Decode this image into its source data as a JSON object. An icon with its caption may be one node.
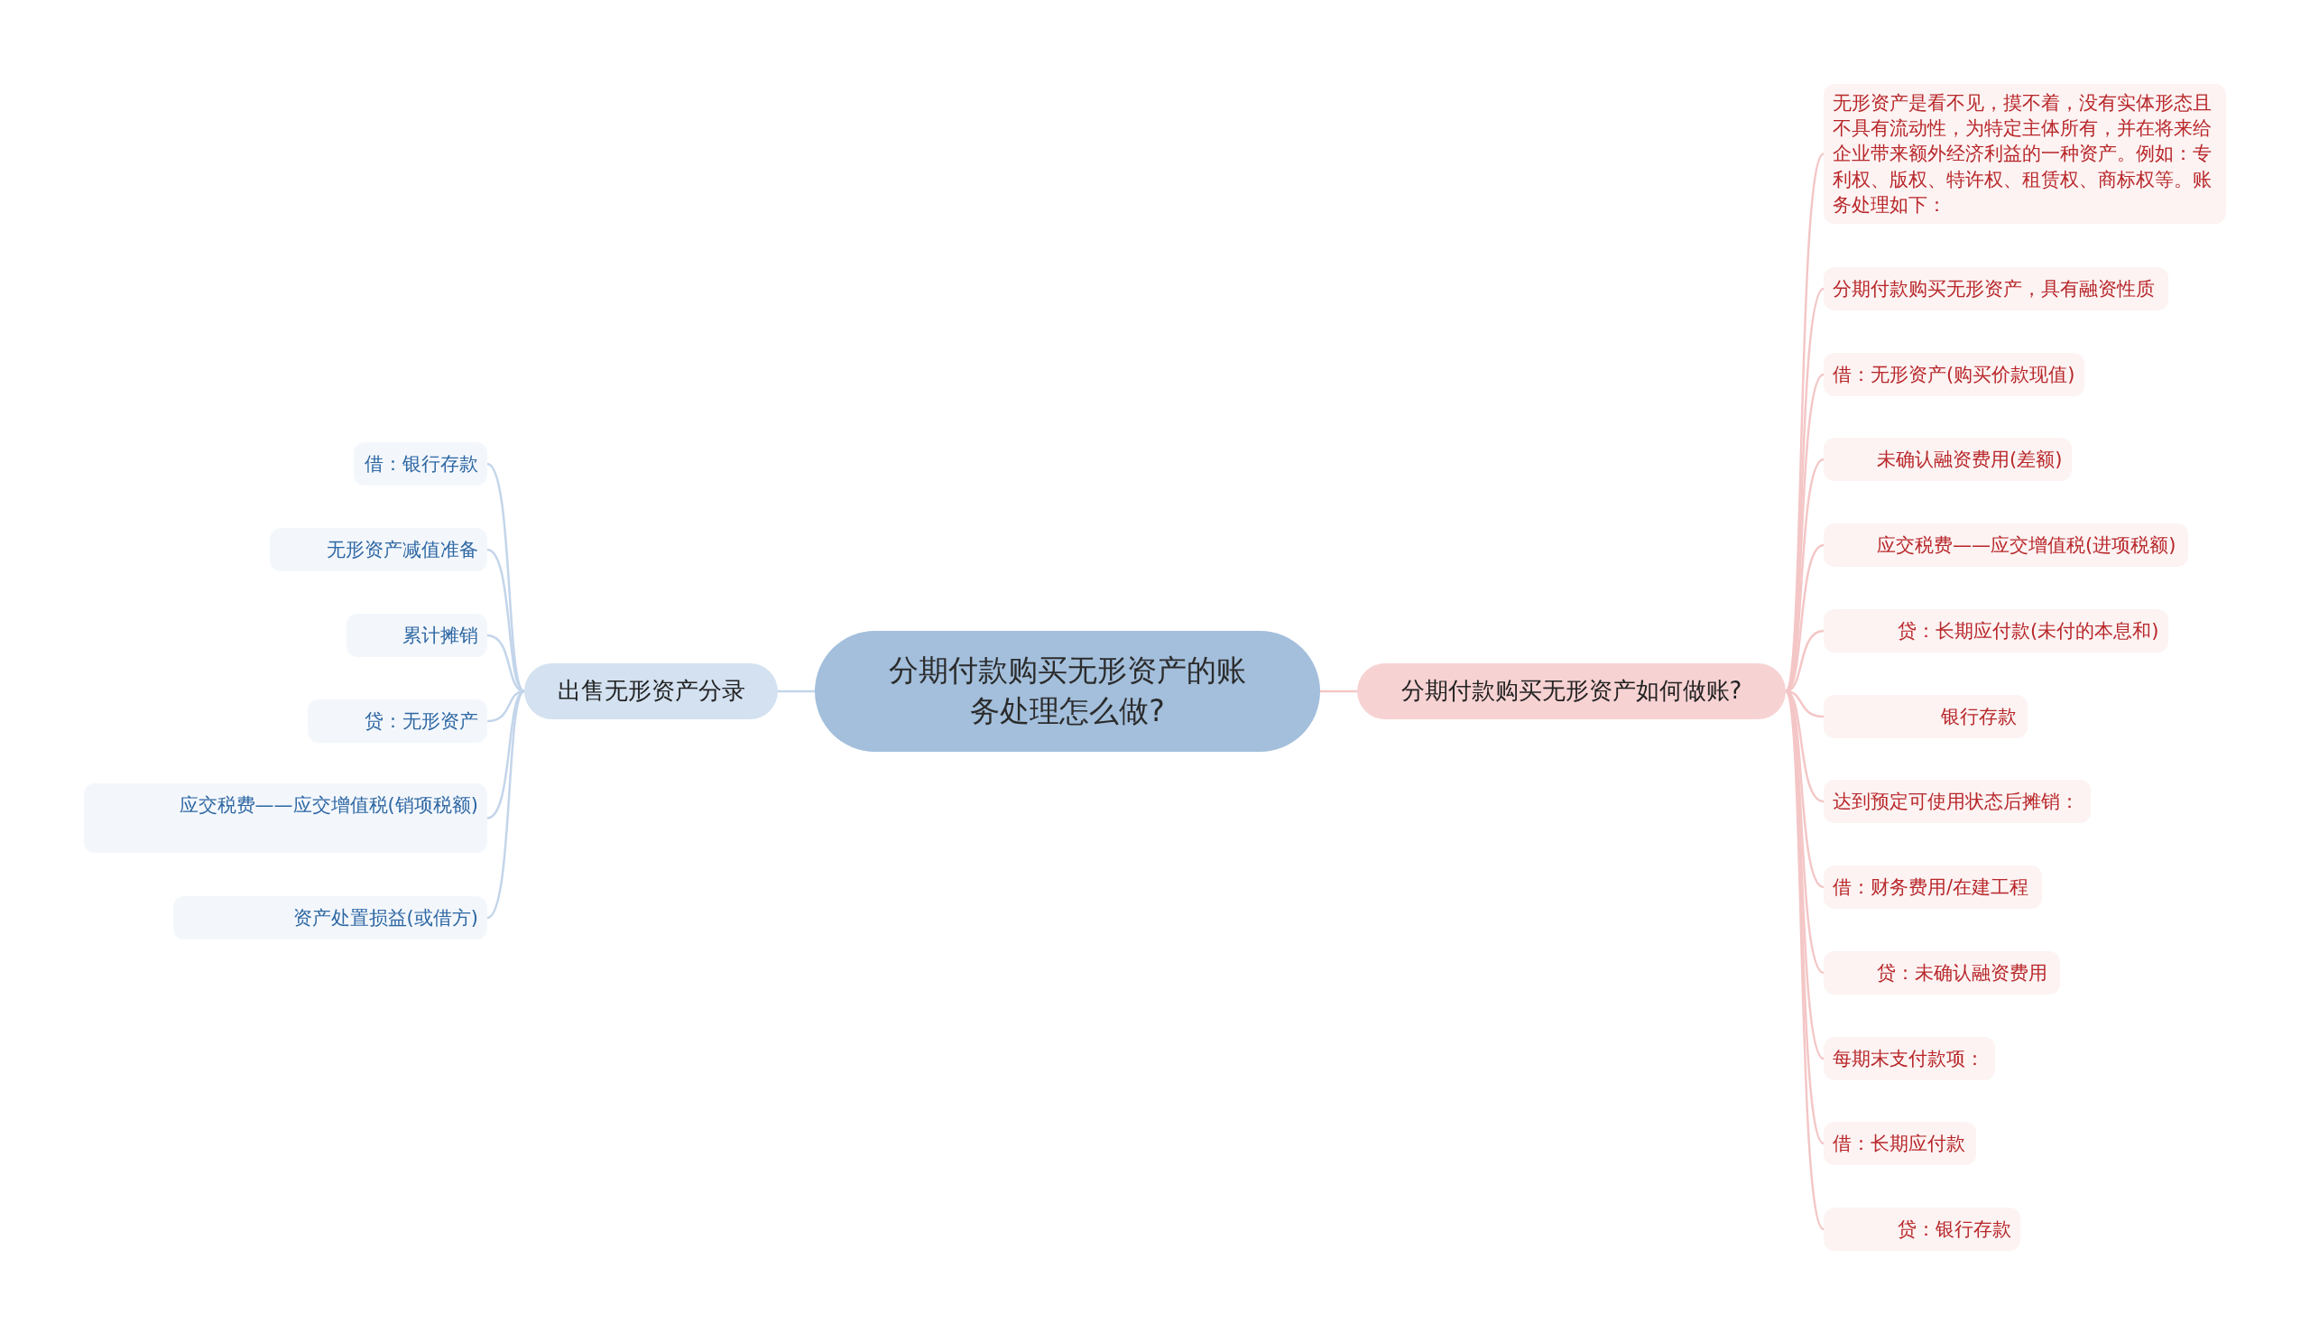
{
  "diagram": {
    "nodes": [
      {
        "text": [
          "分期付款购买无形资产的账务处理怎么做?"
        ]
      },
      {
        "text": [
          "出售无形资产分录"
        ]
      },
      {
        "text": [
          "借：银行存款"
        ]
      },
      {
        "text": [
          "无形资产减值准备"
        ]
      },
      {
        "text": [
          "累计摊销"
        ]
      },
      {
        "text": [
          "贷：无形资产"
        ]
      },
      {
        "text": [
          "应交税费——应交增值税(销项税额)"
        ]
      },
      {
        "text": [
          "资产处置损益(或借方)"
        ]
      },
      {
        "text": [
          "分期付款购买无形资产如何做账?"
        ]
      },
      {
        "text": [
          "无形资产是看不见，摸不着，没有实体形态且不具有流动性，为特定主体所有，并在将来给企业带来额外经济利益的一种资产。例如：专利权、版权、特许权、租赁权、商标权等。账务处理如下："
        ]
      },
      {
        "text": [
          "分期付款购买无形资产，具有融资性质"
        ]
      },
      {
        "text": [
          "借：无形资产(购买价款现值)"
        ]
      },
      {
        "text": [
          "未确认融资费用(差额)"
        ]
      },
      {
        "text": [
          "应交税费——应交增值税(进项税额)"
        ]
      },
      {
        "text": [
          "贷：长期应付款(未付的本息和)"
        ]
      },
      {
        "text": [
          "银行存款"
        ]
      },
      {
        "text": [
          "达到预定可使用状态后摊销："
        ]
      },
      {
        "text": [
          "借：财务费用/在建工程"
        ]
      },
      {
        "text": [
          "贷：未确认融资费用"
        ]
      },
      {
        "text": [
          "每期末支付款项："
        ]
      },
      {
        "text": [
          "借：长期应付款"
        ]
      },
      {
        "text": [
          "贷：银行存款"
        ]
      }
    ],
    "edges": [
      {
        "from": 0,
        "to": 1,
        "arrow": "none"
      },
      {
        "from": 1,
        "to": 2,
        "arrow": "none"
      },
      {
        "from": 1,
        "to": 3,
        "arrow": "none"
      },
      {
        "from": 1,
        "to": 4,
        "arrow": "none"
      },
      {
        "from": 1,
        "to": 5,
        "arrow": "none"
      },
      {
        "from": 1,
        "to": 6,
        "arrow": "none"
      },
      {
        "from": 1,
        "to": 7,
        "arrow": "none"
      },
      {
        "from": 0,
        "to": 8,
        "arrow": "none",
        "color": "#f4c6c6"
      },
      {
        "from": 8,
        "to": 9,
        "arrow": "none",
        "color": "#f4c6c6"
      },
      {
        "from": 8,
        "to": 10,
        "arrow": "none",
        "color": "#f4c6c6"
      },
      {
        "from": 8,
        "to": 11,
        "arrow": "none",
        "color": "#f4c6c6"
      },
      {
        "from": 8,
        "to": 12,
        "arrow": "none",
        "color": "#f4c6c6"
      },
      {
        "from": 8,
        "to": 13,
        "arrow": "none",
        "color": "#f4c6c6"
      },
      {
        "from": 8,
        "to": 14,
        "arrow": "none",
        "color": "#f4c6c6"
      },
      {
        "from": 8,
        "to": 15,
        "arrow": "none",
        "color": "#f4c6c6"
      },
      {
        "from": 8,
        "to": 16,
        "arrow": "none",
        "color": "#f4c6c6"
      },
      {
        "from": 8,
        "to": 17,
        "arrow": "none",
        "color": "#f4c6c6"
      },
      {
        "from": 8,
        "to": 18,
        "arrow": "none",
        "color": "#f4c6c6"
      },
      {
        "from": 8,
        "to": 19,
        "arrow": "none",
        "color": "#f4c6c6"
      },
      {
        "from": 8,
        "to": 20,
        "arrow": "none",
        "color": "#f4c6c6"
      },
      {
        "from": 8,
        "to": 21,
        "arrow": "none",
        "color": "#f4c6c6"
      }
    ]
  }
}
